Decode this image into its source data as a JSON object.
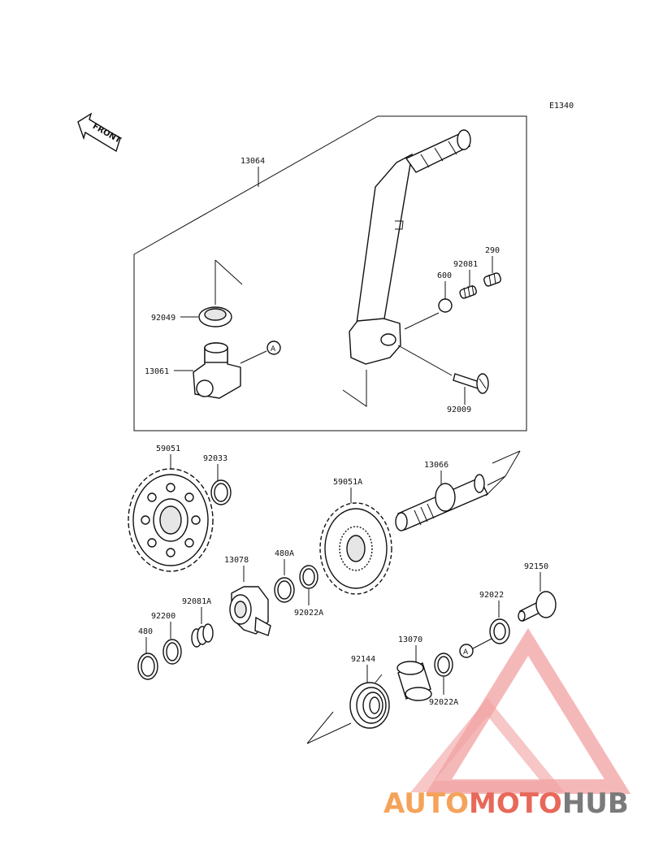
{
  "diagram_code": "E1340",
  "front_label": "FRONT",
  "callout_letter": "A",
  "parts": [
    {
      "id": "13064"
    },
    {
      "id": "290"
    },
    {
      "id": "92081"
    },
    {
      "id": "600"
    },
    {
      "id": "92049"
    },
    {
      "id": "13061"
    },
    {
      "id": "92009"
    },
    {
      "id": "59051"
    },
    {
      "id": "92033"
    },
    {
      "id": "13066"
    },
    {
      "id": "59051A"
    },
    {
      "id": "13078"
    },
    {
      "id": "480A"
    },
    {
      "id": "92022A"
    },
    {
      "id": "92150"
    },
    {
      "id": "92081A"
    },
    {
      "id": "92200"
    },
    {
      "id": "92022"
    },
    {
      "id": "480"
    },
    {
      "id": "13070"
    },
    {
      "id": "92144"
    },
    {
      "id": "92022A"
    }
  ],
  "watermark": {
    "part1": "AUTO",
    "part2": "MOTO",
    "part3": "HUB",
    "color_orange": "#f5a35a",
    "color_red": "#e8685a",
    "color_grey": "#7a7a7a"
  }
}
